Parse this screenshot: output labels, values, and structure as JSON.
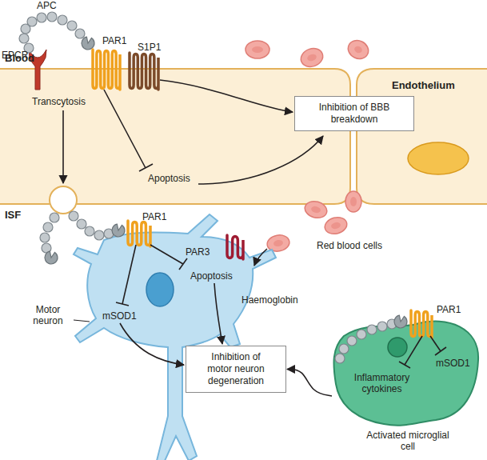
{
  "diagram": {
    "nodes": [
      {
        "text": [
          "Endothelium"
        ]
      },
      {
        "text": [
          "Inhibition of BBB breakdown"
        ],
        "in": 0
      },
      {
        "text": [
          "Inhibition of motor neuron degeneration"
        ]
      },
      {
        "text": [
          "mSOD1",
          "Inflammatory cytokines",
          "Activated microglial cell"
        ]
      }
    ],
    "edges": [
      {
        "from": 3,
        "to": 2,
        "arrow": "to"
      }
    ],
    "labels": [
      "Blood",
      "APC",
      "EPCR",
      "PAR1",
      "S1P1",
      "Transcytosis",
      "Apoptosis",
      "ISF",
      "Red blood cells",
      "PAR1",
      "PAR3",
      "Haemoglobin",
      "Motor neuron",
      "mSOD1",
      "Apoptosis",
      "PAR1"
    ]
  }
}
